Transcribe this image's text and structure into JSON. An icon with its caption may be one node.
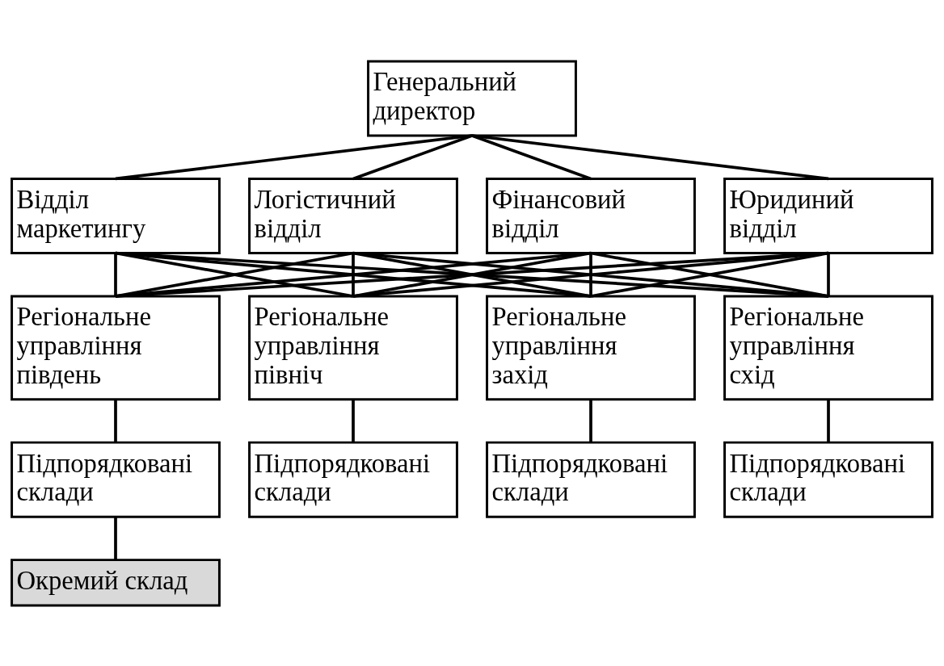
{
  "diagram": {
    "nodes": [
      {
        "text": [
          "Генеральний директор"
        ]
      },
      {
        "text": [
          "Відділ маркетингу"
        ]
      },
      {
        "text": [
          "Логістичний відділ"
        ]
      },
      {
        "text": [
          "Фінансовий відділ"
        ]
      },
      {
        "text": [
          "Юридиний відділ"
        ]
      },
      {
        "text": [
          "Регіональне управління південь"
        ]
      },
      {
        "text": [
          "Регіональне управління північ"
        ]
      },
      {
        "text": [
          "Регіональне управління захід"
        ]
      },
      {
        "text": [
          "Регіональне управління схід"
        ]
      },
      {
        "text": [
          "Підпорядковані склади"
        ]
      },
      {
        "text": [
          "Підпорядковані склади"
        ]
      },
      {
        "text": [
          "Підпорядковані склади"
        ]
      },
      {
        "text": [
          "Підпорядковані склади"
        ]
      },
      {
        "text": [
          "Окремий склад"
        ]
      }
    ],
    "edges": [
      {
        "from": 0,
        "to": 1,
        "arrow": "none"
      },
      {
        "from": 0,
        "to": 2,
        "arrow": "none"
      },
      {
        "from": 0,
        "to": 3,
        "arrow": "none"
      },
      {
        "from": 0,
        "to": 4,
        "arrow": "none"
      },
      {
        "from": 1,
        "to": 5,
        "arrow": "none"
      },
      {
        "from": 1,
        "to": 6,
        "arrow": "none"
      },
      {
        "from": 1,
        "to": 7,
        "arrow": "none"
      },
      {
        "from": 1,
        "to": 8,
        "arrow": "none"
      },
      {
        "from": 2,
        "to": 5,
        "arrow": "none"
      },
      {
        "from": 2,
        "to": 6,
        "arrow": "none"
      },
      {
        "from": 2,
        "to": 7,
        "arrow": "none"
      },
      {
        "from": 2,
        "to": 8,
        "arrow": "none"
      },
      {
        "from": 3,
        "to": 5,
        "arrow": "none"
      },
      {
        "from": 3,
        "to": 6,
        "arrow": "none"
      },
      {
        "from": 3,
        "to": 7,
        "arrow": "none"
      },
      {
        "from": 3,
        "to": 8,
        "arrow": "none"
      },
      {
        "from": 4,
        "to": 5,
        "arrow": "none"
      },
      {
        "from": 4,
        "to": 6,
        "arrow": "none"
      },
      {
        "from": 4,
        "to": 7,
        "arrow": "none"
      },
      {
        "from": 4,
        "to": 8,
        "arrow": "none"
      },
      {
        "from": 5,
        "to": 9,
        "arrow": "none"
      },
      {
        "from": 6,
        "to": 10,
        "arrow": "none"
      },
      {
        "from": 7,
        "to": 11,
        "arrow": "none"
      },
      {
        "from": 8,
        "to": 12,
        "arrow": "none"
      },
      {
        "from": 9,
        "to": 13,
        "arrow": "none"
      }
    ]
  }
}
